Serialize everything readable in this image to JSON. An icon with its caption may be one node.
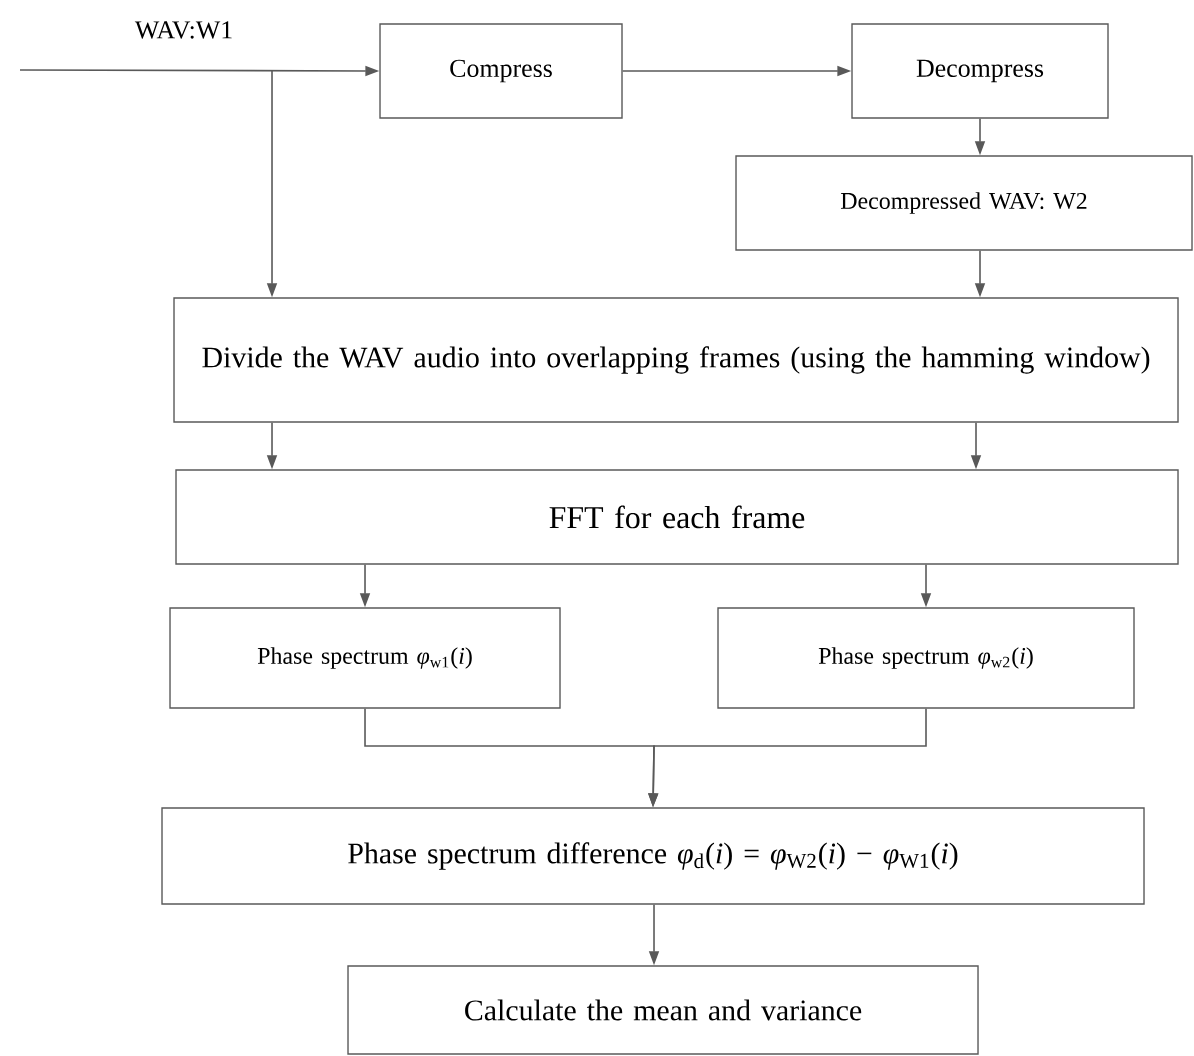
{
  "diagram": {
    "nodes": [
      {
        "text": [
          "Compress"
        ]
      },
      {
        "text": [
          "Decompress"
        ]
      },
      {
        "text": [
          "Decompressed WAV: W2"
        ]
      },
      {
        "text": [
          "Divide the  WAV audio  into overlapping frames (using the hamming window)"
        ]
      },
      {
        "text": [
          "FFT for each frame"
        ]
      },
      {
        "text": [
          "Phase spectrum *φ*$_{w1}$(*i*)"
        ]
      },
      {
        "text": [
          "Phase spectrum *φ*$_{w2}$(*i*)"
        ]
      },
      {
        "text": [
          "Phase spectrum difference  *φ*$_{d}$(*i*) = *φ*$_{W2}$(*i*) − *φ*$_{W1}$(*i*)"
        ]
      },
      {
        "text": [
          "Calculate the mean and variance"
        ]
      }
    ],
    "edges": [
      {
        "from": null,
        "to": 0,
        "arrow": "to",
        "label": "WAV:W1"
      },
      {
        "from": null,
        "to": 3,
        "arrow": "to"
      },
      {
        "from": 0,
        "to": 1,
        "arrow": "to"
      },
      {
        "from": 1,
        "to": 2,
        "arrow": "to"
      },
      {
        "from": 2,
        "to": 3,
        "arrow": "to"
      },
      {
        "from": 3,
        "to": 4,
        "arrow": "to"
      },
      {
        "from": 3,
        "to": 4,
        "arrow": "to"
      },
      {
        "from": 4,
        "to": 5,
        "arrow": "to"
      },
      {
        "from": 4,
        "to": 6,
        "arrow": "to"
      },
      {
        "from": 5,
        "to": 7,
        "arrow": "to"
      },
      {
        "from": 6,
        "to": 7,
        "arrow": "to"
      },
      {
        "from": 7,
        "to": 8,
        "arrow": "to"
      }
    ]
  }
}
